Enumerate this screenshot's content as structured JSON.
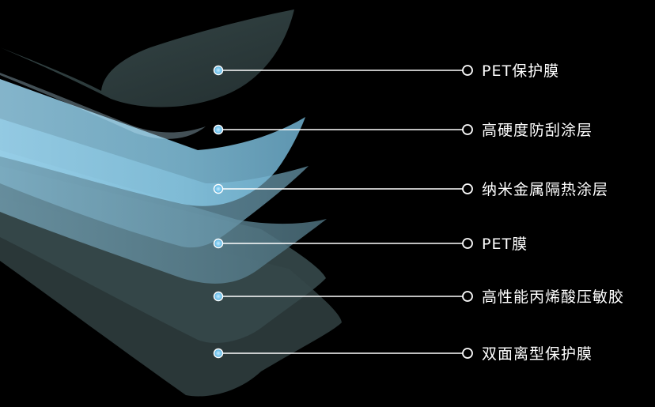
{
  "colors": {
    "background": "#000000",
    "leader_line": "#ffffff",
    "label_text": "#ffffff",
    "dot_fill": "#8fd3f0",
    "dot_ring": "#ffffff",
    "film_light_blue": "#8cc9e4",
    "film_dark_teal": "#2b3b3c"
  },
  "diagram": {
    "layers": [
      {
        "label": "PET保护膜"
      },
      {
        "label": "高硬度防刮涂层"
      },
      {
        "label": "纳米金属隔热涂层"
      },
      {
        "label": "PET膜"
      },
      {
        "label": "高性能丙烯酸压敏胶"
      },
      {
        "label": "双面离型保护膜"
      }
    ]
  }
}
